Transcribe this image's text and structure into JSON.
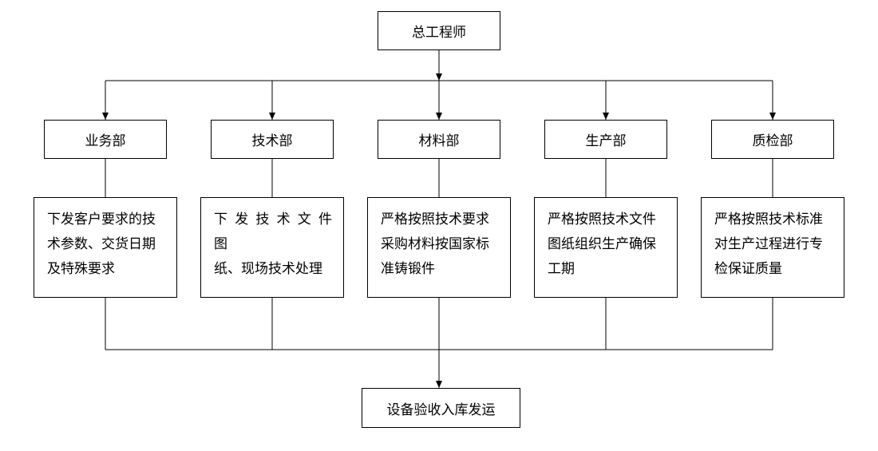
{
  "top": {
    "label": "总工程师"
  },
  "departments": [
    {
      "name": "业务部",
      "desc": [
        "下发客户要求的技",
        "术参数、交货日期",
        "及特殊要求"
      ]
    },
    {
      "name": "技术部",
      "desc": [
        "下 发 技 术 文 件 图",
        "纸、现场技术处理"
      ]
    },
    {
      "name": "材料部",
      "desc": [
        "严格按照技术要求",
        "采购材料按国家标",
        "准铸锻件"
      ]
    },
    {
      "name": "生产部",
      "desc": [
        "严格按照技术文件",
        "图纸组织生产确保",
        "工期"
      ]
    },
    {
      "name": "质检部",
      "desc": [
        "严格按照技术标准",
        "对生产过程进行专",
        "检保证质量"
      ]
    }
  ],
  "bottom": {
    "label": "设备验收入库发运"
  }
}
